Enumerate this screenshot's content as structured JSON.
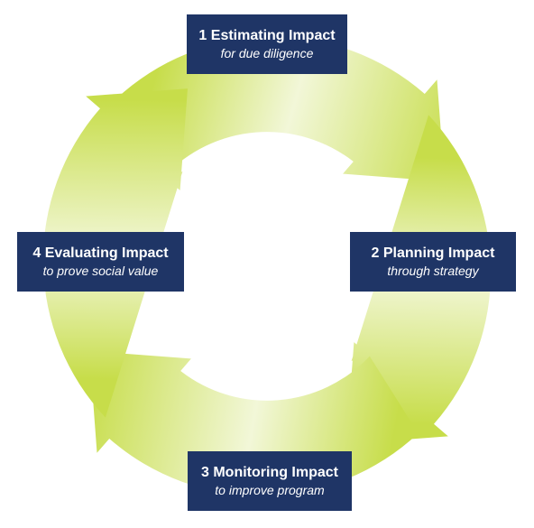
{
  "colors": {
    "arrow_bright": "#c7dd4a",
    "arrow_pale": "#f2f7d8",
    "box_fill": "#1f3566",
    "box_text": "#ffffff"
  },
  "steps": [
    {
      "title": "1 Estimating Impact",
      "subtitle": "for due diligence"
    },
    {
      "title": "2 Planning Impact",
      "subtitle": "through strategy"
    },
    {
      "title": "3 Monitoring Impact",
      "subtitle": "to improve program"
    },
    {
      "title": "4 Evaluating Impact",
      "subtitle": "to prove social value"
    }
  ]
}
